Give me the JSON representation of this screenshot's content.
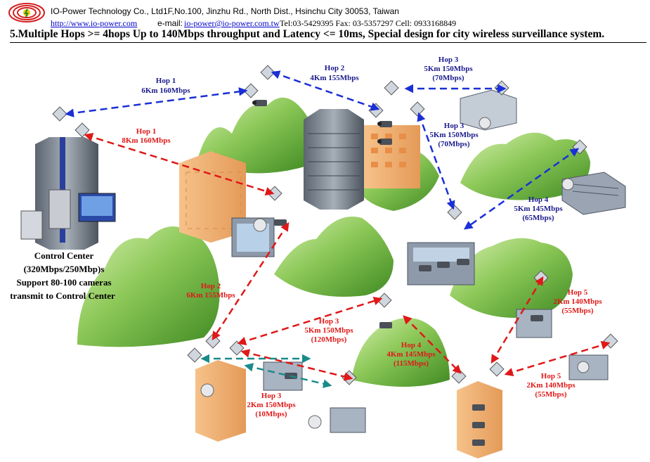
{
  "header": {
    "company": "IO-Power Technology Co., Ltd",
    "address": "1F,No.100, Jinzhu Rd., North Dist., Hsinchu City 30053, Taiwan",
    "website": "http://www.io-power.com",
    "email_label": "e-mail:",
    "email": "io-power@io-power.com.tw",
    "contact": "Tel:03-5429395 Fax: 03-5357297 Cell: 0933168849"
  },
  "title": "5.Multiple Hops >= 4hops Up to 140Mbps throughput and Latency <= 10ms, Special design for city wireless surveillance system.",
  "control_center": {
    "line1": "Control Center",
    "line2": "(320Mbps/250Mbp)s",
    "line3": "Support 80-100 cameras",
    "line4": "transmit to Control Center"
  },
  "colors": {
    "blue_link": "#1a2fd6",
    "red_link": "#e01818",
    "teal_link": "#1a8a8a",
    "blue_label": "#1a1a8c",
    "red_label": "#e01818",
    "hill_light": "#b8e08a",
    "hill_dark": "#4e9a2a",
    "building_orange": "#f4b070",
    "building_gray": "#707a86"
  },
  "labels": {
    "blue_hop1": [
      "Hop 1",
      "6Km 160Mbps"
    ],
    "blue_hop2": [
      "Hop 2",
      "4Km 155Mbps"
    ],
    "blue_hop3_top": [
      "Hop 3",
      "5Km 150Mbps",
      "(70Mbps)"
    ],
    "blue_hop3_mid": [
      "Hop 3",
      "5Km 150Mbps",
      "(70Mbps)"
    ],
    "blue_hop4": [
      "Hop 4",
      "5Km 145Mbps",
      "(65Mbps)"
    ],
    "red_hop1": [
      "Hop 1",
      "8Km 160Mbps"
    ],
    "red_hop2": [
      "Hop 2",
      "6Km 155Mbps"
    ],
    "red_hop3_mid": [
      "Hop 3",
      "5Km 150Mbps",
      "(120Mbps)"
    ],
    "red_hop4": [
      "Hop 4",
      "4Km 145Mbps",
      "(115Mbps)"
    ],
    "red_hop5_upper": [
      "Hop 5",
      "2Km 140Mbps",
      "(55Mbps)"
    ],
    "red_hop5_lower": [
      "Hop 5",
      "2Km 140Mbps",
      "(55Mbps)"
    ],
    "red_hop3_low": [
      "Hop 3",
      "2Km 150Mbps",
      "(10Mbps)"
    ]
  }
}
